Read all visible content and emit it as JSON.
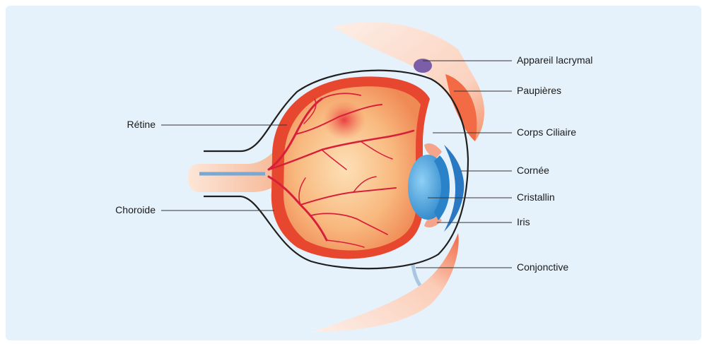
{
  "labels": {
    "retine": "Rétine",
    "choroide": "Choroide",
    "appareil_lacrymal": "Appareil lacrymal",
    "paupieres": "Paupières",
    "corps_ciliaire": "Corps Ciliaire",
    "cornee": "Cornée",
    "cristallin": "Cristallin",
    "iris": "Iris",
    "conjonctive": "Conjonctive"
  },
  "colors": {
    "background": "#e6f2fb",
    "sclera_outline": "#1f1f1f",
    "choroid": "#e8472f",
    "retina_inner": "#f6b07a",
    "vessels": "#d81f3a",
    "lens": "#3b9bd6",
    "cornea": "#2a78c2",
    "eyelid": "#f47a4f",
    "skin": "#fbe1d3",
    "lacrimal": "#7b5ea8",
    "leader_lines": "#333333"
  }
}
